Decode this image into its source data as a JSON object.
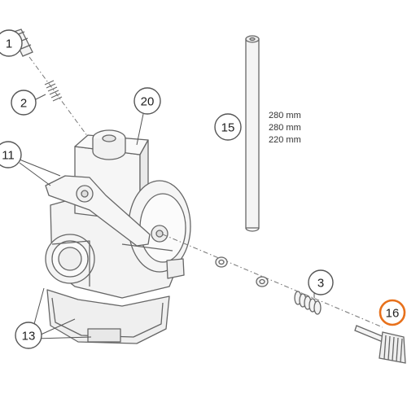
{
  "callouts": {
    "c1": "1",
    "c2": "2",
    "c3": "3",
    "c11": "11",
    "c13": "13",
    "c15": "15",
    "c16": "16",
    "c20": "20"
  },
  "specs": {
    "line1": "280 mm",
    "line2": "280 mm",
    "line3": "220 mm"
  },
  "colors": {
    "highlight": "#e8711c",
    "stroke": "#555555",
    "fill": "#f2f2f2"
  }
}
